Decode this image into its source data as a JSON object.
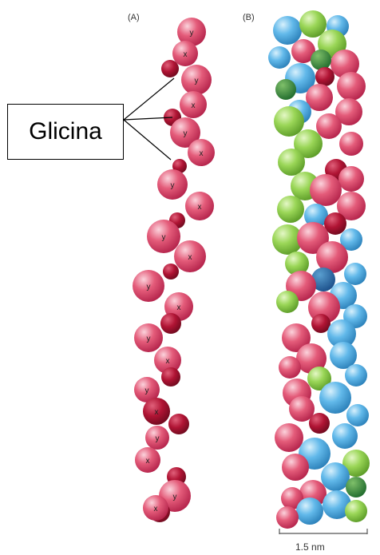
{
  "panel_a_label": "(A)",
  "panel_b_label": "(B)",
  "callout_text": "Glicina",
  "scale_bar_label": "1.5 nm",
  "residue_labels": [
    "y",
    "x"
  ],
  "colors": {
    "strand_red": "#d84a6a",
    "strand_dark_red": "#a8102e",
    "strand_green": "#8fd14f",
    "strand_blue": "#5ab4e6",
    "outline": "#000000"
  }
}
